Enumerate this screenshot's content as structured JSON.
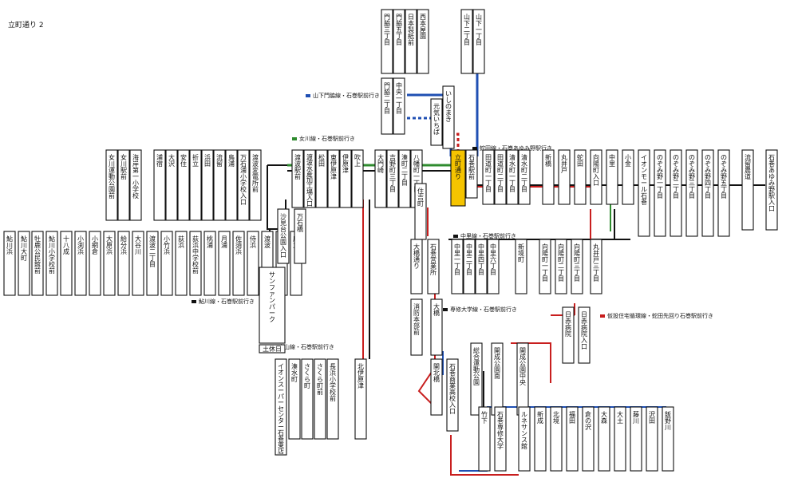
{
  "title": "立町通り 2",
  "colors": {
    "blue": "#1f4fb3",
    "red": "#c81e1e",
    "green": "#2e8b2e",
    "black": "#111111",
    "yellow": "#f5c400"
  },
  "route_labels": [
    {
      "color": "blue",
      "text": "山下門脇線・石巻駅前行き"
    },
    {
      "color": "green",
      "text": "女川線・石巻駅前行き"
    },
    {
      "color": "black",
      "text": "蛇田線・石巻あゆみ野駅行き"
    },
    {
      "color": "black",
      "text": "中里線・石巻駅前行き"
    },
    {
      "color": "black",
      "text": "専修大学線・石巻駅前行き"
    },
    {
      "color": "red",
      "text": "仮設住宅循環線・蛇田先回り石巻駅前行き"
    },
    {
      "color": "black",
      "text": "鮎川線・石巻駅前行き"
    },
    {
      "color": "red",
      "text": "貞山線・石巻駅前行き"
    }
  ],
  "stops": [
    "門脇三丁目",
    "門脇五丁目",
    "日本製紙前",
    "西本屋園",
    "山下二丁目",
    "山下一丁目",
    "門脇二丁目",
    "中央一丁目",
    "元気いちば",
    "いしのまき",
    "女川運動公園前",
    "女川駅前",
    "海岸第一小学校",
    "浦宿",
    "大沢",
    "安住",
    "折立",
    "浜田",
    "流留",
    "鳥浦",
    "万石浦小学校入口",
    "渡波変電所前",
    "渡波駅前",
    "渡波水産加工場入口",
    "松田",
    "東伊原津",
    "伊原津",
    "吹上",
    "大門崎",
    "吉野町三丁目",
    "湊町二丁目",
    "八幡町一丁目",
    "立町通り",
    "石巻駅前",
    "田道町一丁目",
    "田道町二丁目",
    "清水町一丁目",
    "清水町二丁目",
    "新橋",
    "丸井戸",
    "蛇田",
    "向陽町入口",
    "中里",
    "小金",
    "イオンモール石巻",
    "のぞみ野一丁目",
    "のぞみ野二丁目",
    "のぞみ野三丁目",
    "のぞみ野四丁目",
    "のぞみ野五丁目",
    "流留農道",
    "石巻あゆみ野駅入口",
    "鮎川浜",
    "鮎川大町",
    "牡鹿公民館前",
    "鮎川小学校前",
    "十八成",
    "小渕浜",
    "小網倉",
    "大原浜",
    "給分浜",
    "大谷川",
    "渡波二丁目",
    "小竹浜",
    "荻浜",
    "荻浜中学校前",
    "桃浦",
    "月浦",
    "佐須浜",
    "侍浜",
    "渡波",
    "沢田",
    "鹿立",
    "万石橋",
    "沙見台公園入口",
    "住吉町",
    "石巻営業所",
    "大橋通り",
    "中里一丁目",
    "中里二丁目",
    "中里四丁目",
    "中里六丁目",
    "新境町",
    "向陽町一丁目",
    "向陽町二丁目",
    "向陽町三丁目",
    "丸井戸三丁目",
    "日赤病院入口",
    "日赤病院",
    "消防本部前",
    "大橋",
    "開北橋",
    "石巻商業高校入口",
    "サンファンパーク",
    "土休日",
    "北伊原津",
    "長浜小学校前",
    "さくら町前",
    "さくら町",
    "湊水町",
    "イオンスーパーセンター石巻東店",
    "総合運動公園",
    "開成公園南",
    "開成公園中央",
    "石巻専修大学",
    "ルネサンス館",
    "竹下",
    "新成",
    "北境",
    "福田",
    "倉の沢",
    "大森",
    "大土",
    "藤川",
    "沢田",
    "飯野川"
  ]
}
